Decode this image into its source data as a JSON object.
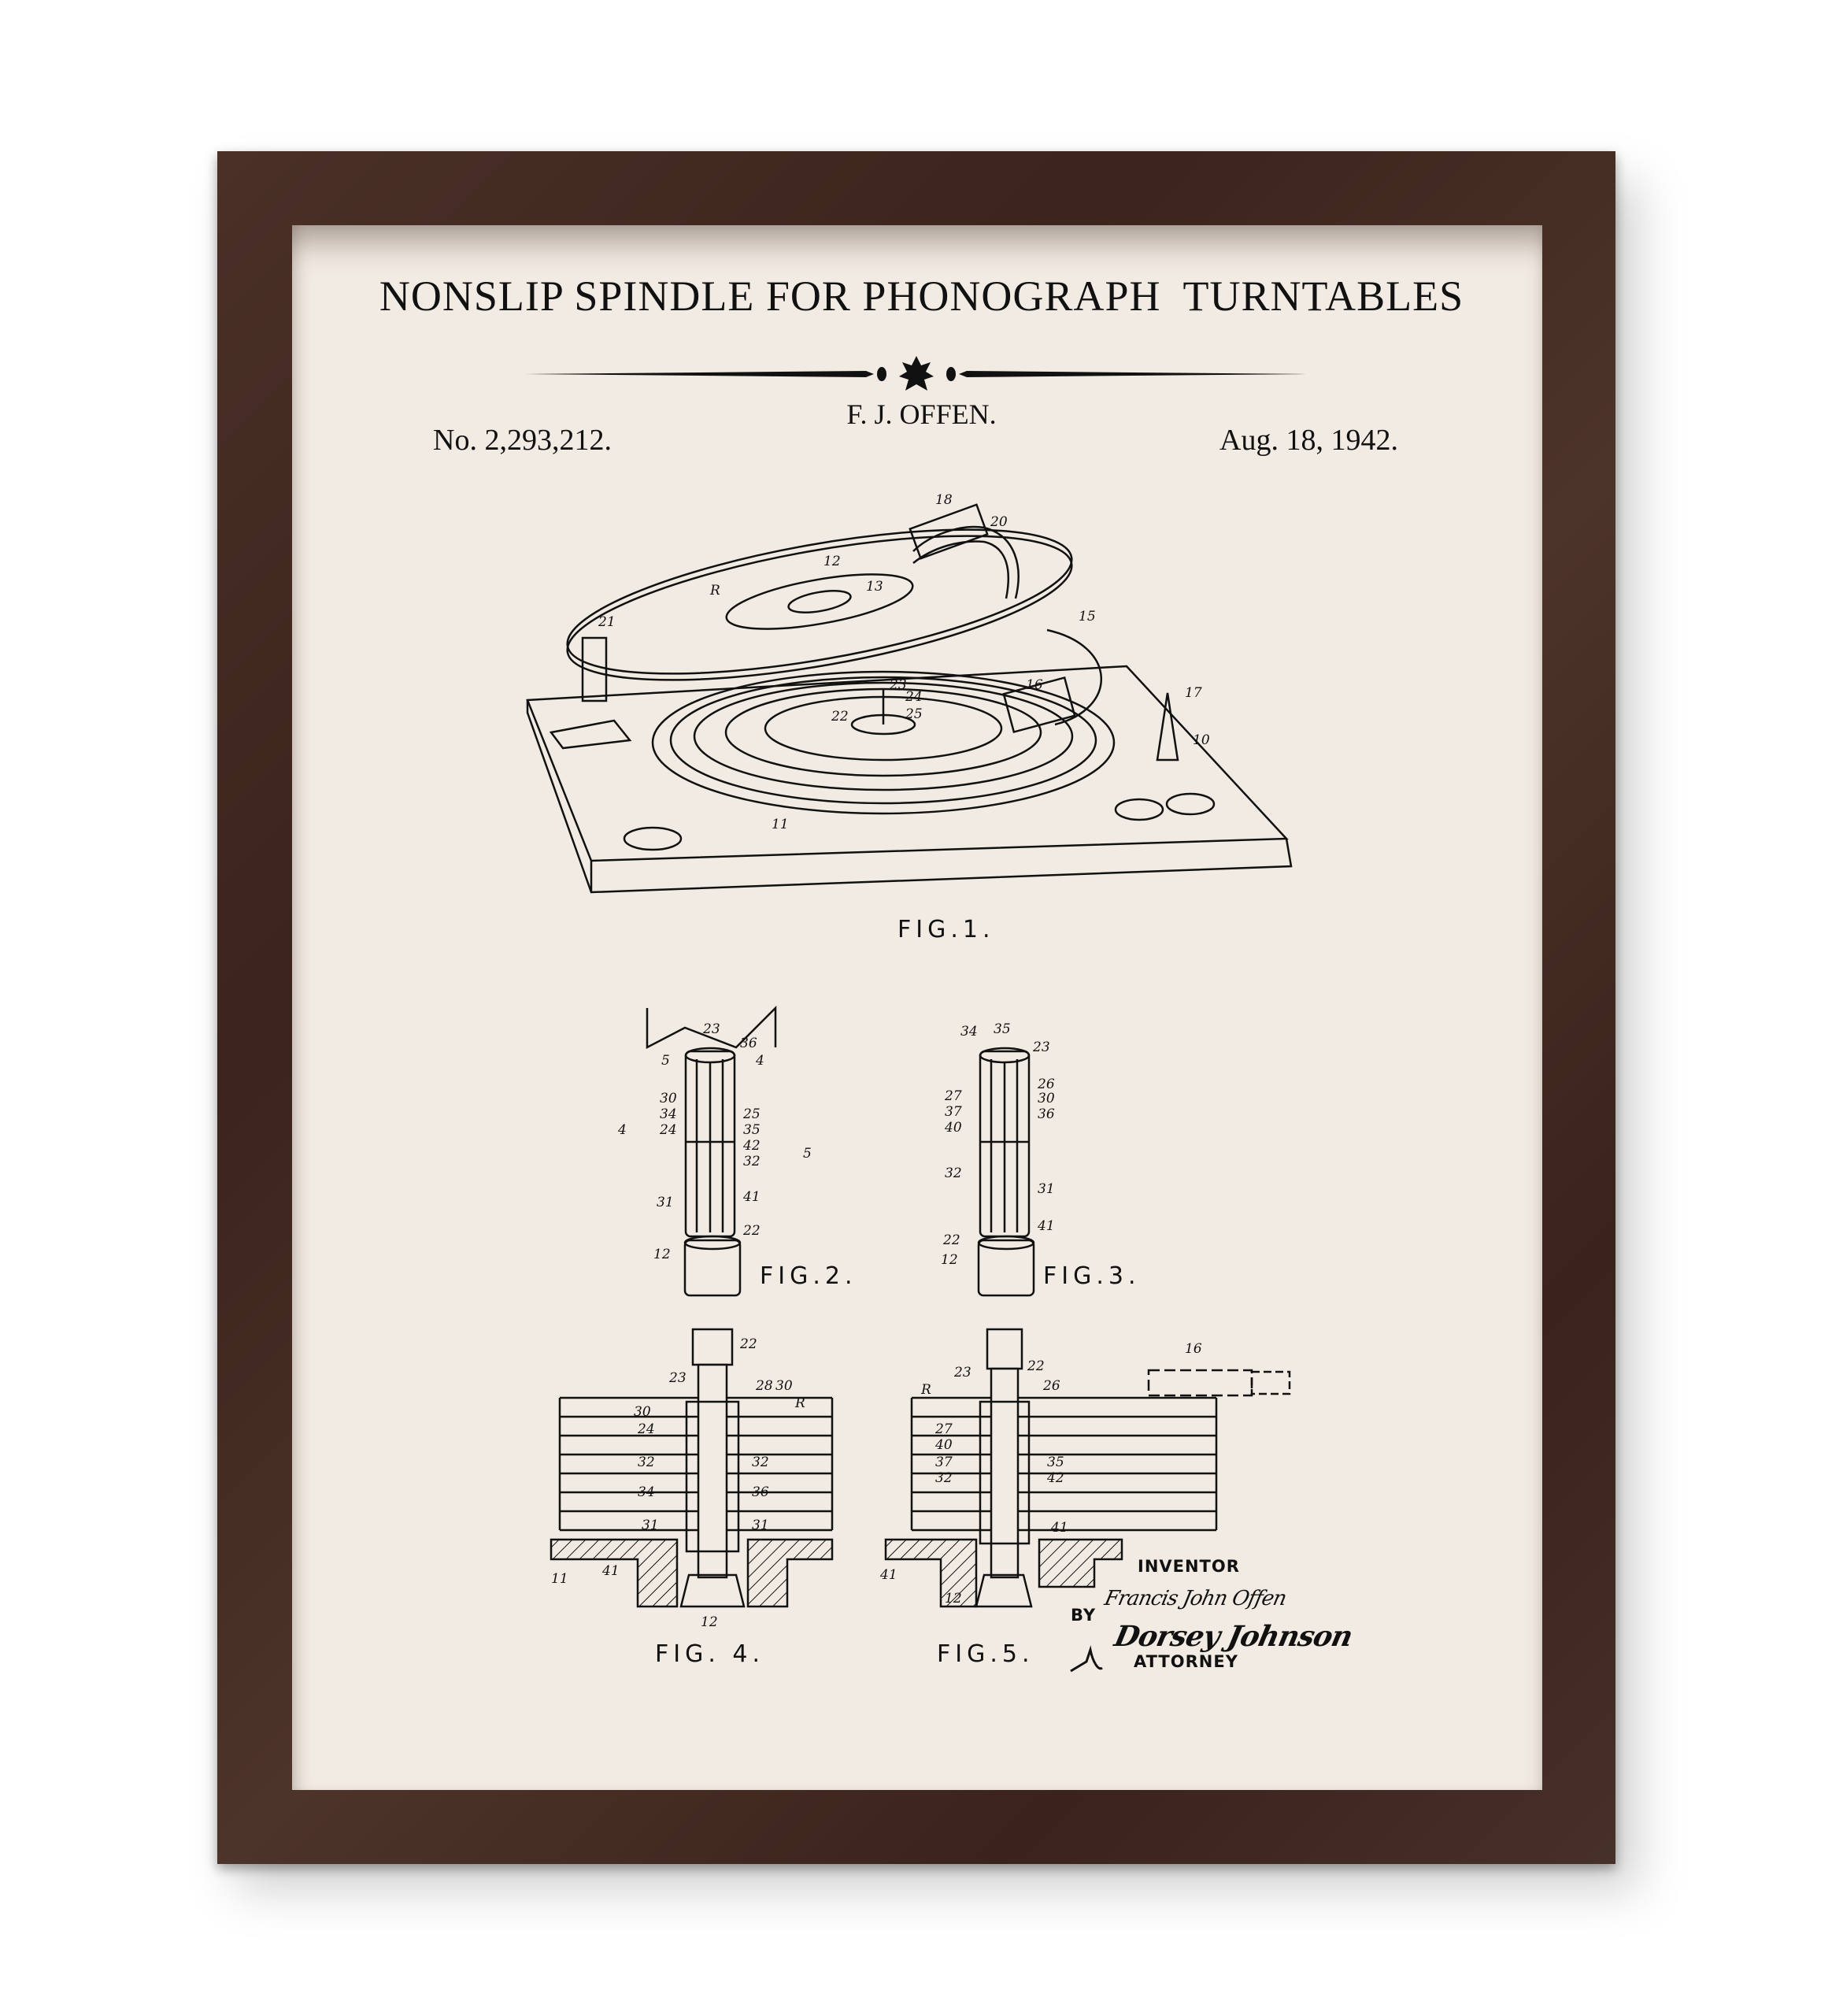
{
  "poster": {
    "title": "NONSLIP SPINDLE FOR PHONOGRAPH  TURNTABLES",
    "inventor_name": "F. J. OFFEN.",
    "patent_number": "No. 2,293,212.",
    "date": "Aug. 18, 1942.",
    "colors": {
      "frame": "#3f281f",
      "mat": "#f2ebe3",
      "ink": "#111111"
    }
  },
  "figures": {
    "fig1": {
      "label": "FIG.1.",
      "refs": [
        "18",
        "20",
        "12",
        "13",
        "R",
        "21",
        "15",
        "16",
        "22",
        "23",
        "24",
        "25",
        "17",
        "10",
        "11"
      ]
    },
    "fig2": {
      "label": "FIG.2.",
      "refs": [
        "23",
        "36",
        "5",
        "4",
        "30",
        "34",
        "24",
        "25",
        "35",
        "42",
        "32",
        "31",
        "41",
        "22",
        "12",
        "4",
        "5"
      ]
    },
    "fig3": {
      "label": "FIG.3.",
      "refs": [
        "34",
        "35",
        "23",
        "26",
        "27",
        "30",
        "37",
        "36",
        "40",
        "32",
        "31",
        "41",
        "22",
        "12"
      ]
    },
    "fig4": {
      "label": "FIG. 4.",
      "refs": [
        "23",
        "22",
        "28",
        "30",
        "R",
        "30",
        "24",
        "32",
        "32",
        "34",
        "36",
        "31",
        "31",
        "41",
        "11",
        "12"
      ]
    },
    "fig5": {
      "label": "FIG.5.",
      "refs": [
        "R",
        "23",
        "22",
        "26",
        "16",
        "27",
        "40",
        "37",
        "35",
        "32",
        "42",
        "41",
        "41",
        "12"
      ]
    }
  },
  "signature_block": {
    "inventor_caption": "INVENTOR",
    "by_caption": "BY",
    "attorney_caption": "ATTORNEY",
    "inventor_signature": "Francis John Offen",
    "attorney_signature": "Dorsey Johnson"
  }
}
